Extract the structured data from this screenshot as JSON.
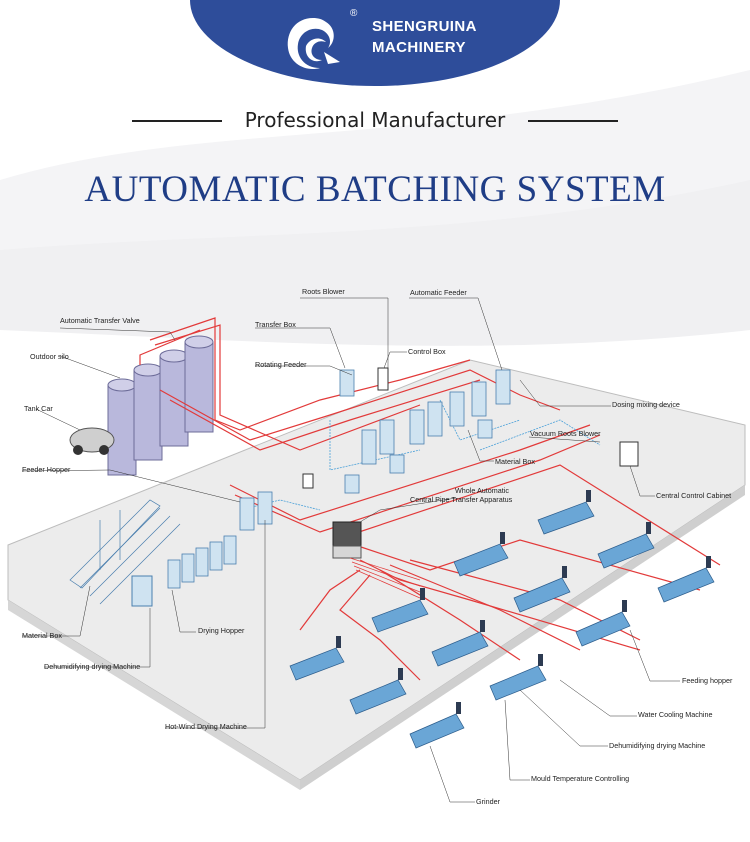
{
  "brand": {
    "reg_mark": "®",
    "name_line1": "SHENGRUINA",
    "name_line2": "MACHINERY",
    "logo_icon": "swirl-logo-icon",
    "badge_color": "#2e4d9a"
  },
  "tagline": "Professional Manufacturer",
  "title": "AUTOMATIC BATCHING SYSTEM",
  "colors": {
    "title": "#1f3d86",
    "pipe": "#e23a3a",
    "feedline": "#4aa0d8",
    "machine": "#6aa6d6",
    "silo": "#b9b8dc",
    "floor": "#ececec"
  },
  "labels": {
    "automatic_transfer_valve": "Automatic Transfer Valve",
    "outdoor_silo": "Outdoor silo",
    "tank_car": "Tank Car",
    "feeder_hopper_left": "Feeder Hopper",
    "material_box_left": "Material Box",
    "dehumidifying_left": "Dehumidifying drying Machine",
    "hot_wind": "Hot-Wind Drying Machine",
    "drying_hopper": "Drying Hopper",
    "roots_blower": "Roots Blower",
    "transfer_box": "Transfer Box",
    "rotating_feeder": "Rotating Feeder",
    "control_box": "Control Box",
    "automatic_feeder": "Automatic Feeder",
    "dosing_mixing": "Dosing mixing device",
    "vacuum_roots": "Vacuum Roots Blower",
    "material_box_mid": "Material Box",
    "central_control": "Central Control Cabinet",
    "central_pipe_1": "Whole Automatic",
    "central_pipe_2": "Central Pipe Transfer Apparatus",
    "feeding_hopper": "Feeding hopper",
    "water_cooling": "Water Cooling Machine",
    "dehumidifying_right": "Dehumidifying drying Machine",
    "mould_temp": "Mould Temperature Controlling",
    "grinder": "Grinder"
  }
}
